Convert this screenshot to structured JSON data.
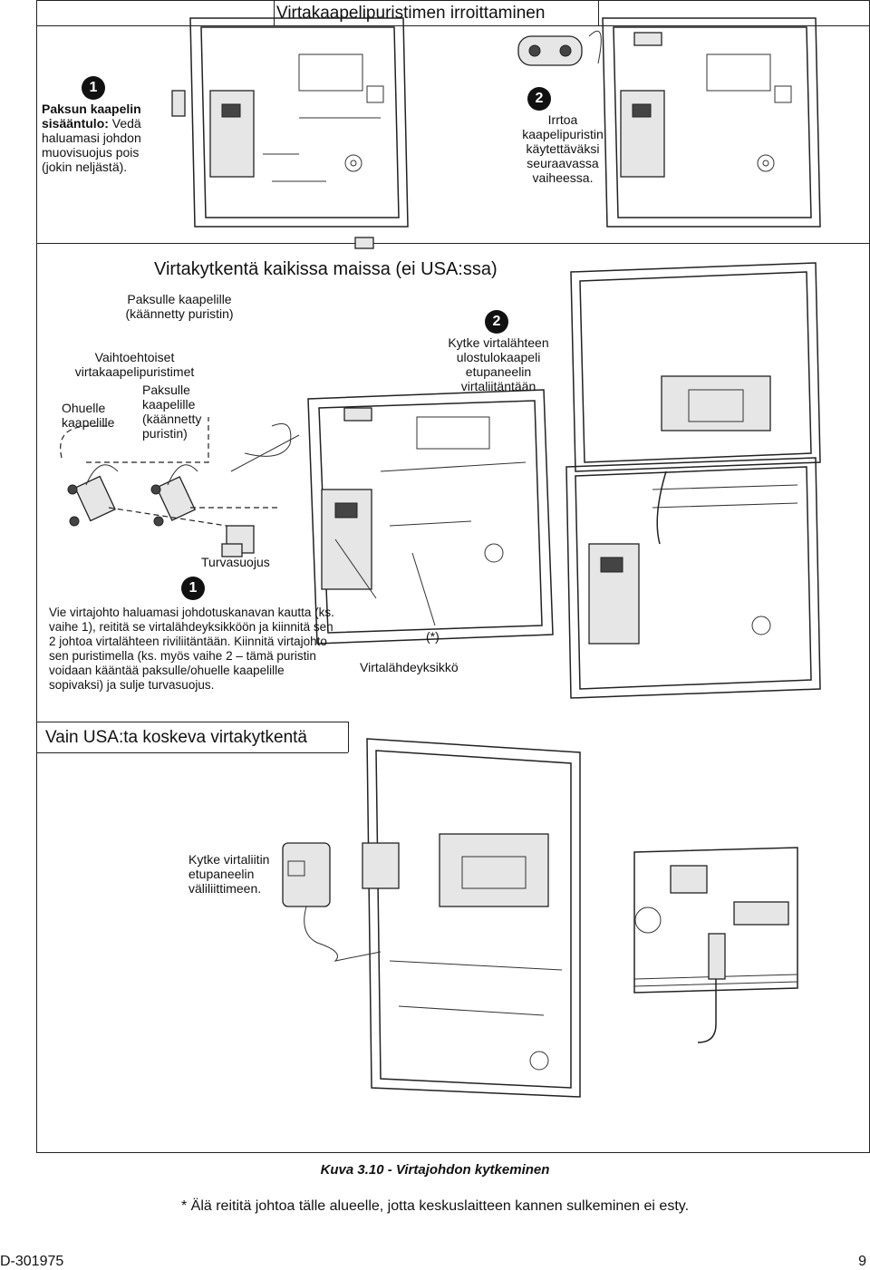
{
  "section1": {
    "title": "Virtakaapelipuristimen irroittaminen",
    "step1_num": "1",
    "step1_bold": "Paksun kaapelin sisääntulo:",
    "step1_text": "Vedä haluamasi johdon muovisuojus pois (jokin neljästä).",
    "step2_num": "2",
    "step2_text": "Irrtoa kaapelipuristin käytettäväksi seuraavassa vaiheessa."
  },
  "section2": {
    "title": "Virtakytkentä kaikissa maissa (ei USA:ssa)",
    "thick_cable_top": "Paksulle kaapelille (käännetty puristin)",
    "alt_clamps": "Vaihtoehtoiset virtakaapelipuristimet",
    "thin_cable": "Ohuelle kaapelille",
    "thick_cable": "Paksulle kaapelille (käännetty puristin)",
    "step2_num": "2",
    "step2_text": "Kytke virtalähteen ulostulokaapeli etupaneelin virtaliitäntään",
    "safety_cover": "Turvasuojus",
    "step1_num": "1",
    "step1_text": "Vie virtajohto haluamasi johdotuskanavan kautta (ks. vaihe 1), reititä se virtalähdeyksikköön ja kiinnitä sen 2 johtoa virtalähteen riviliitäntään. Kiinnitä virtajohto sen puristimella (ks. myös vaihe 2 – tämä puristin voidaan kääntää paksulle/ohuelle kaapelille sopivaksi) ja sulje turvasuojus.",
    "asterisk": "(*)",
    "psu": "Virtalähdeyksikkö"
  },
  "section3": {
    "title": "Vain USA:ta koskeva virtakytkentä",
    "connect_text": "Kytke virtaliitin etupaneelin väliliittimeen."
  },
  "caption": "Kuva 3.10 - Virtajohdon kytkeminen",
  "footnote": "* Älä reititä johtoa tälle alueelle, jotta keskuslaitteen kannen sulkeminen ei esty.",
  "footer": {
    "doc_number": "D-301975",
    "page_number": "9"
  }
}
